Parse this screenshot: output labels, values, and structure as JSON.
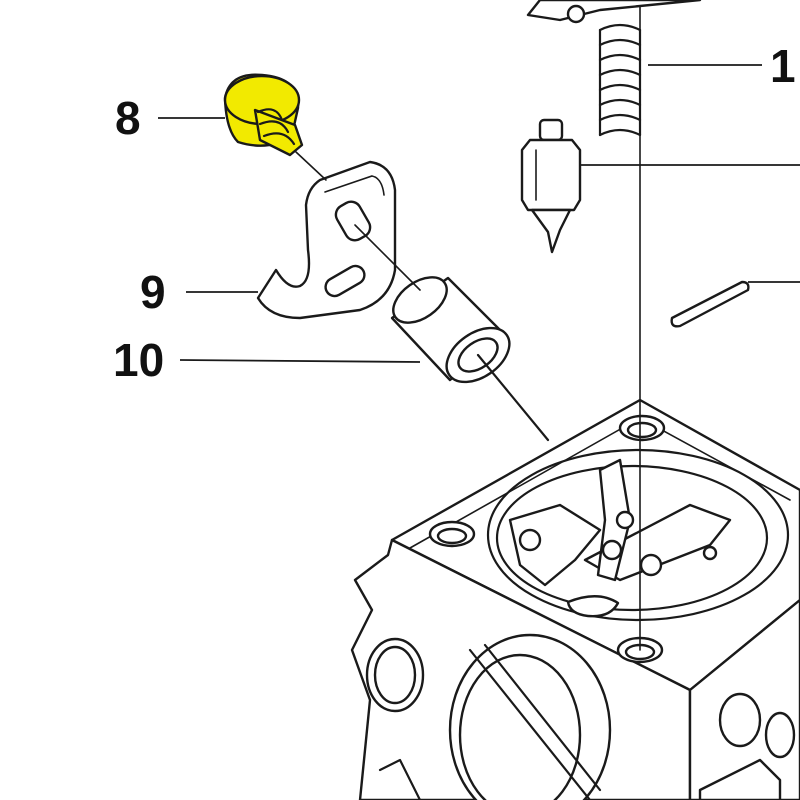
{
  "highlight_color": "#f2ea00",
  "callouts": {
    "part_8": "8",
    "part_9": "9",
    "part_10": "10",
    "part_1x": "1"
  }
}
